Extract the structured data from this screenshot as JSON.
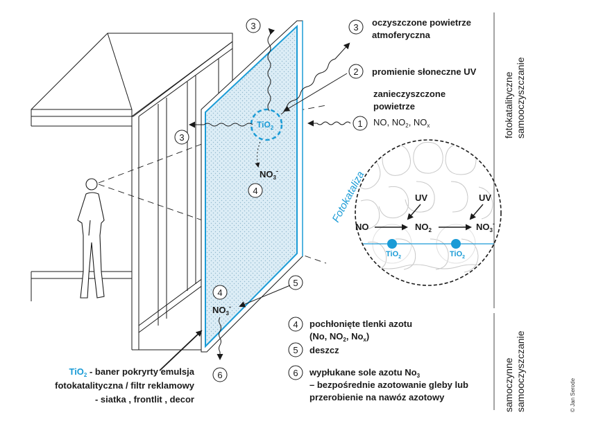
{
  "callouts": {
    "c3_text1": "oczyszczone powietrze",
    "c3_text2": "atmoferyczna",
    "c2_text": "promienie słoneczne UV",
    "c1_text1": "zanieczyszczone",
    "c1_text2": "powietrze",
    "c1_formula": {
      "no": "NO, NO",
      "no2sub": "2",
      "sep": ", NO",
      "xsub": "x"
    }
  },
  "numbers": {
    "one": "1",
    "two": "2",
    "three": "3",
    "four": "4",
    "five": "5",
    "six": "6"
  },
  "panel": {
    "tio2": "TiO",
    "tio2_sub": "2",
    "no3": "NO",
    "no3_sub": "3",
    "no3_sup": "-"
  },
  "legend_bottom": {
    "i4_line1": "pochłonięte tlenki azotu",
    "i4_line2a": "(No, NO",
    "i4_sub2": "2",
    "i4_line2b": ", No",
    "i4_subx": "x",
    "i4_line2c": ")",
    "i5": "deszcz",
    "i6_line1": "wypłukane sole azotu No",
    "i6_sub": "3",
    "i6_line2": "– bezpośrednie azotowanie gleby lub",
    "i6_line3": "przerobienie na nawóz azotowy"
  },
  "banner_caption": {
    "tio": "TiO",
    "tio_sub": "2",
    "line1": " - baner pokryrty emulsja",
    "line2": "fotokatalityczna / filtr reklamowy",
    "line3": "- siatka , frontlit , decor"
  },
  "zoom": {
    "title": "Fotokataliza",
    "uv": "UV",
    "no": "NO",
    "no2": "NO",
    "no2_sub": "2",
    "no3": "NO",
    "no3_sub": "3",
    "no3_sup": "-",
    "tio2": "TiO",
    "tio2_sub": "2"
  },
  "side": {
    "top_line1": "fotokatalityczne",
    "top_line2": "samooczyszczanie",
    "bottom_line1": "samoczynne",
    "bottom_line2": "samooczyszczanie"
  },
  "credit": "© Jan Serode",
  "colors": {
    "accent": "#1a9bd6",
    "panel_fill": "#dcedf6",
    "ink": "#1a1a1a"
  }
}
